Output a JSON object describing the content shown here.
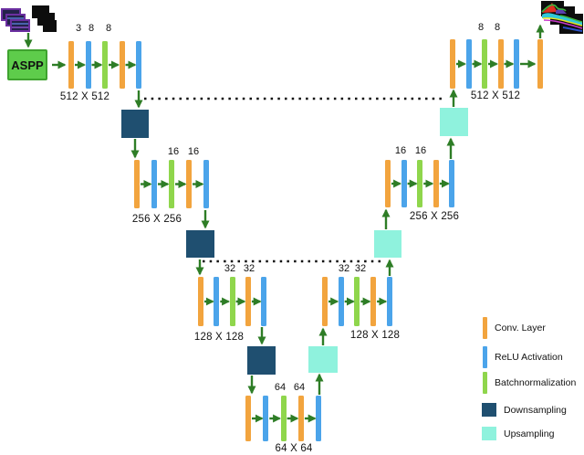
{
  "figure": {
    "description_label": "ASPP U-Net architecture diagram"
  },
  "aspp": {
    "label": "ASPP"
  },
  "colors": {
    "conv": "#F2A43E",
    "relu": "#4BA4EA",
    "batchnorm": "#8FD64C",
    "down": "#1F4F70",
    "up": "#8FF2DD",
    "arrow": "#2E7D26",
    "aspp_fill": "#5ECC4B",
    "aspp_border": "#3FA32F",
    "dotted": "#111111"
  },
  "blocks": [
    {
      "id": "enc512",
      "numbers": [
        "3",
        "8",
        "8"
      ],
      "label": "512 X 512",
      "bars": [
        "conv",
        "relu",
        "batchnorm",
        "conv",
        "relu"
      ]
    },
    {
      "id": "enc256",
      "numbers": [
        "16",
        "16"
      ],
      "label": "256 X 256",
      "bars": [
        "conv",
        "relu",
        "batchnorm",
        "conv",
        "relu"
      ]
    },
    {
      "id": "enc128",
      "numbers": [
        "32",
        "32"
      ],
      "label": "128 X 128",
      "bars": [
        "conv",
        "relu",
        "batchnorm",
        "conv",
        "relu"
      ]
    },
    {
      "id": "bottom64",
      "numbers": [
        "64",
        "64"
      ],
      "label": "64 X 64",
      "bars": [
        "conv",
        "relu",
        "batchnorm",
        "conv",
        "relu"
      ]
    },
    {
      "id": "dec128",
      "numbers": [
        "32",
        "32"
      ],
      "label": "128 X 128",
      "bars": [
        "conv",
        "relu",
        "batchnorm",
        "conv",
        "relu"
      ]
    },
    {
      "id": "dec256",
      "numbers": [
        "16",
        "16"
      ],
      "label": "256 X 256",
      "bars": [
        "conv",
        "relu",
        "batchnorm",
        "conv",
        "relu"
      ]
    },
    {
      "id": "dec512",
      "numbers": [
        "8",
        "8"
      ],
      "label": "512 X 512",
      "bars": [
        "conv",
        "relu",
        "batchnorm",
        "conv",
        "relu"
      ],
      "extra_bar": "conv"
    }
  ],
  "legend": {
    "items": [
      {
        "key": "conv",
        "shape": "bar",
        "label": "Conv. Layer"
      },
      {
        "key": "relu",
        "shape": "bar",
        "label": "ReLU Activation"
      },
      {
        "key": "batchnorm",
        "shape": "bar",
        "label": "Batchnormalization"
      },
      {
        "key": "down",
        "shape": "square",
        "label": "Downsampling"
      },
      {
        "key": "up",
        "shape": "square",
        "label": "Upsampling"
      }
    ]
  }
}
